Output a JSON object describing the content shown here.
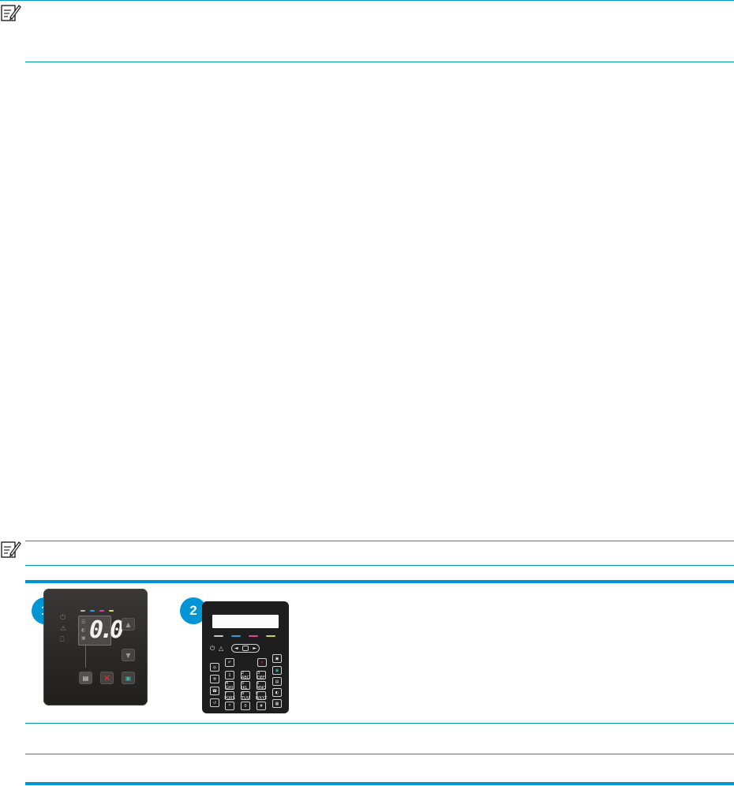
{
  "colors": {
    "accent": "#0096d6"
  },
  "note_top": {
    "icon": "note-icon"
  },
  "note_bottom": {
    "icon": "note-icon"
  },
  "figure": {
    "callout_1": "1",
    "callout_2": "2",
    "panel_1": {
      "display": "0.0",
      "ink_leds": [
        "#b7b7b7",
        "#2a9fd8",
        "#d9489a",
        "#e2e050"
      ],
      "status_icons": [
        "power-icon",
        "warning-icon",
        "supplies-icon"
      ],
      "buttons": [
        "up-arrow-icon",
        "down-arrow-icon",
        "copy-menu-icon",
        "cancel-icon",
        "start-copy-icon"
      ]
    },
    "panel_2": {
      "ink_leds": [
        "#c8c8c8",
        "#2a9fd8",
        "#d9489a",
        "#c5d73a"
      ],
      "keypad_keys": [
        "1",
        "2 ABC",
        "3 DEF",
        "4 GHI",
        "5 JKL",
        "6 MNO",
        "7 PQRS",
        "8 TUV",
        "9 WXYZ",
        "*",
        "0",
        "#"
      ]
    }
  }
}
